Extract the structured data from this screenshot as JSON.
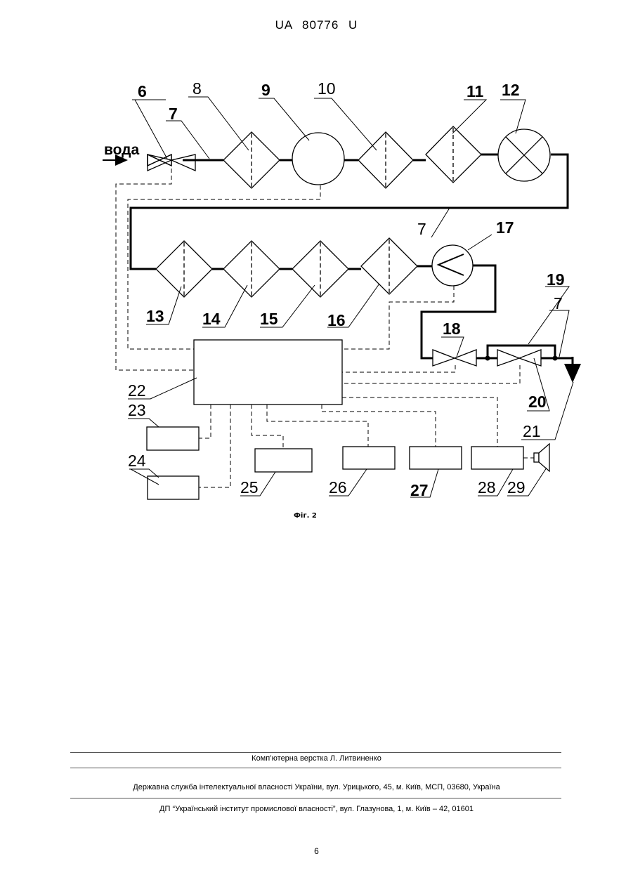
{
  "header": {
    "code": "UA 80776 U"
  },
  "figure": {
    "input_label": "вода",
    "caption": "Фіг. 2",
    "labels": {
      "n6": "6",
      "n7a": "7",
      "n8": "8",
      "n9": "9",
      "n10": "10",
      "n11": "11",
      "n12": "12",
      "n7b": "7",
      "n17": "17",
      "n13": "13",
      "n14": "14",
      "n15": "15",
      "n16": "16",
      "n18": "18",
      "n19": "19",
      "n7c": "7",
      "n20": "20",
      "n21": "21",
      "n22": "22",
      "n23": "23",
      "n24": "24",
      "n25": "25",
      "n26": "26",
      "n27": "27",
      "n28": "28",
      "n29": "29"
    }
  },
  "footer": {
    "layout_credit": "Комп’ютерна верстка Л. Литвиненко",
    "agency": "Державна служба інтелектуальної власності України, вул. Урицького, 45, м. Київ, МСП, 03680, Україна",
    "institute": "ДП “Український інститут промислової власності”, вул. Глазунова, 1, м. Київ – 42, 01601"
  },
  "page_number": "6"
}
